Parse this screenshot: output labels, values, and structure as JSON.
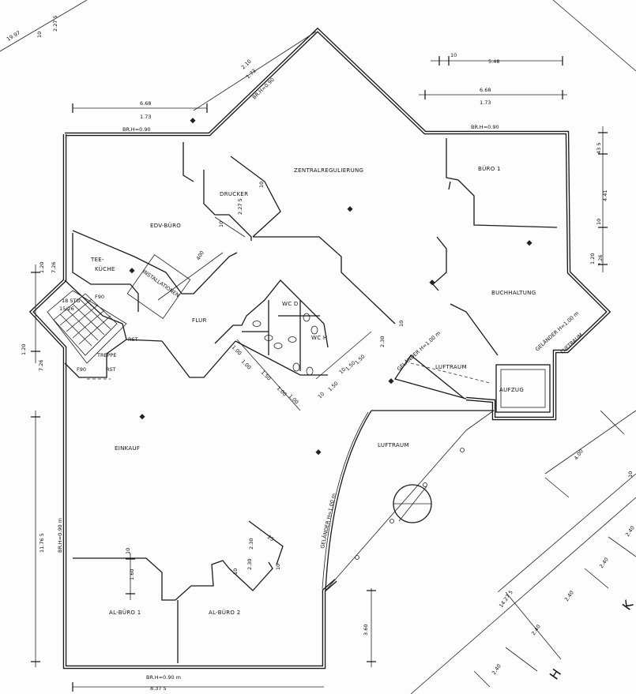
{
  "rooms": {
    "zentralregulierung": "ZENTRALREGULIERUNG",
    "buero1": "BÜRO 1",
    "drucker": "DRUCKER",
    "edv_buero": "EDV-BÜRO",
    "tee_kueche_1": "TEE-",
    "tee_kueche_2": "KÜCHE",
    "installationen": "INSTALLATIONEN",
    "buchhaltung": "BUCHHALTUNG",
    "flur": "FLUR",
    "wc_d": "WC D",
    "wc_h": "WC H",
    "luftraum_small": "LUFTRAUM",
    "aufzug": "AUFZUG",
    "einkauf": "EINKAUF",
    "luftraum_large": "LUFTRAUM",
    "al_buero_1": "AL-BÜRO 1",
    "al_buero_2": "AL-BÜRO 2",
    "treppe": "TREPPE",
    "stg": "18 STG",
    "stg_dim": "15/26"
  },
  "labels": {
    "f90_top": "F90",
    "f90_bottom": "F90",
    "rst_top": "RST",
    "rst_bottom": "RST",
    "brh_top_left": "BR.H=0.90",
    "brh_top_right": "BR.H=0.90",
    "brh_diag": "BR.H=0.90",
    "brh_left": "BR.H=0.90 m",
    "brh_bottom": "BR.H=0.90 m",
    "gelaender_1": "GELÄNDER H=1.00 m",
    "gelaender_2": "GELÄNDER H=1.00 m",
    "gelaender_3": "GELÄNDER H=1.00 m",
    "luftraum_diag": "LUFTRAUM"
  },
  "dimensions": {
    "d_6_68_a": "6.68",
    "d_1_73_a": "1.73",
    "d_2_10": "2.10",
    "d_1_73_b": "1.73",
    "d_5_48": "5.48",
    "d_6_68_b": "6.68",
    "d_1_73_c": "1.73",
    "d_10_a": "10",
    "d_19_97": "19.97",
    "d_10_b": "10",
    "d_2_27_5": "2.27 5",
    "d_43_5": "43 5",
    "d_4_41": "4.41",
    "d_10_c": "10",
    "d_1_20_r": "1.20",
    "d_7_26_r": "7.26",
    "d_1_20_l": "1.20",
    "d_7_26_l": "7.26",
    "d_1_20_l2": "1.20",
    "d_7_26_l2": "7.26",
    "d_10_d": "10",
    "d_2_27_5b": "2.27 5",
    "d_10_e": "10",
    "d_400": "400",
    "d_11_76_5": "11.76 5",
    "d_1_60": "1.60",
    "d_10_f": "10",
    "d_2_30_a": "2.30",
    "d_2_30_b": "2.30",
    "d_10_g": "10",
    "d_25": "25",
    "d_10_h": "10",
    "d_8_37_5": "8.37 5",
    "d_3_60": "3.60",
    "d_4_00": "4.00",
    "d_10_i": "10",
    "d_14_27_5": "14.27 5",
    "d_2_40_a": "2.40",
    "d_2_40_b": "2.40",
    "d_2_40_c": "2.40",
    "d_2_40_d": "2.40",
    "d_2_40_e": "2.40",
    "d_10_j": "10",
    "d_2_30_c": "2.30",
    "d_1_00_a": "1.00",
    "d_1_00_b": "1.00",
    "d_1_50_a": "1.50",
    "d_1_00_c": "1.00",
    "d_1_50_b": "1.50",
    "d_1_50_c": "1.50",
    "d_1_50_d": "1.50",
    "d_1_00_d": "1.00",
    "d_10_k": "10",
    "d_10_l": "10"
  },
  "grid_letters": {
    "h": "H",
    "k": "K"
  }
}
